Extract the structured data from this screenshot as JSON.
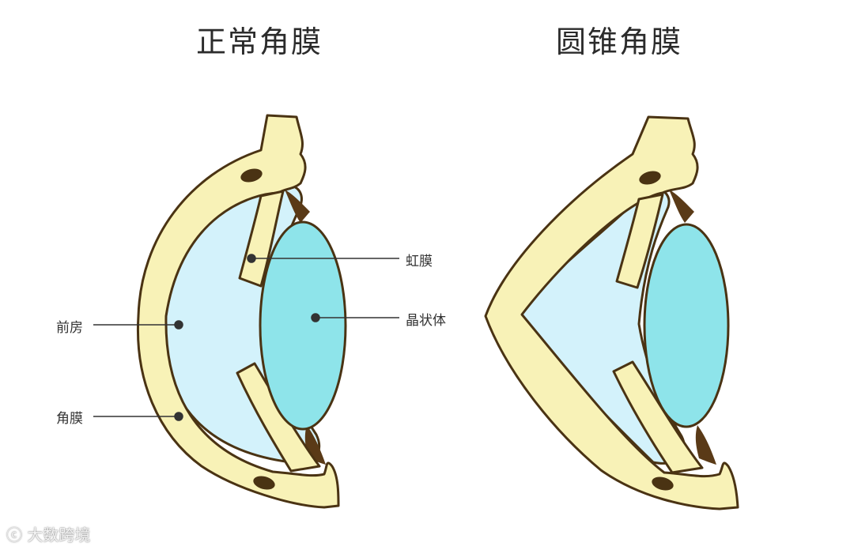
{
  "titles": {
    "normal": "正常角膜",
    "keratoconus": "圆锥角膜"
  },
  "labels": {
    "iris": "虹膜",
    "lens": "晶状体",
    "anterior_chamber": "前房",
    "cornea": "角膜"
  },
  "watermark": "大数跨境",
  "colors": {
    "sclera_cornea": "#f8f2b7",
    "aqueous": "#d3f2fb",
    "lens": "#8ee4ea",
    "outline": "#4a3313",
    "ciliary": "#5a3a17",
    "label_text": "#333333"
  }
}
